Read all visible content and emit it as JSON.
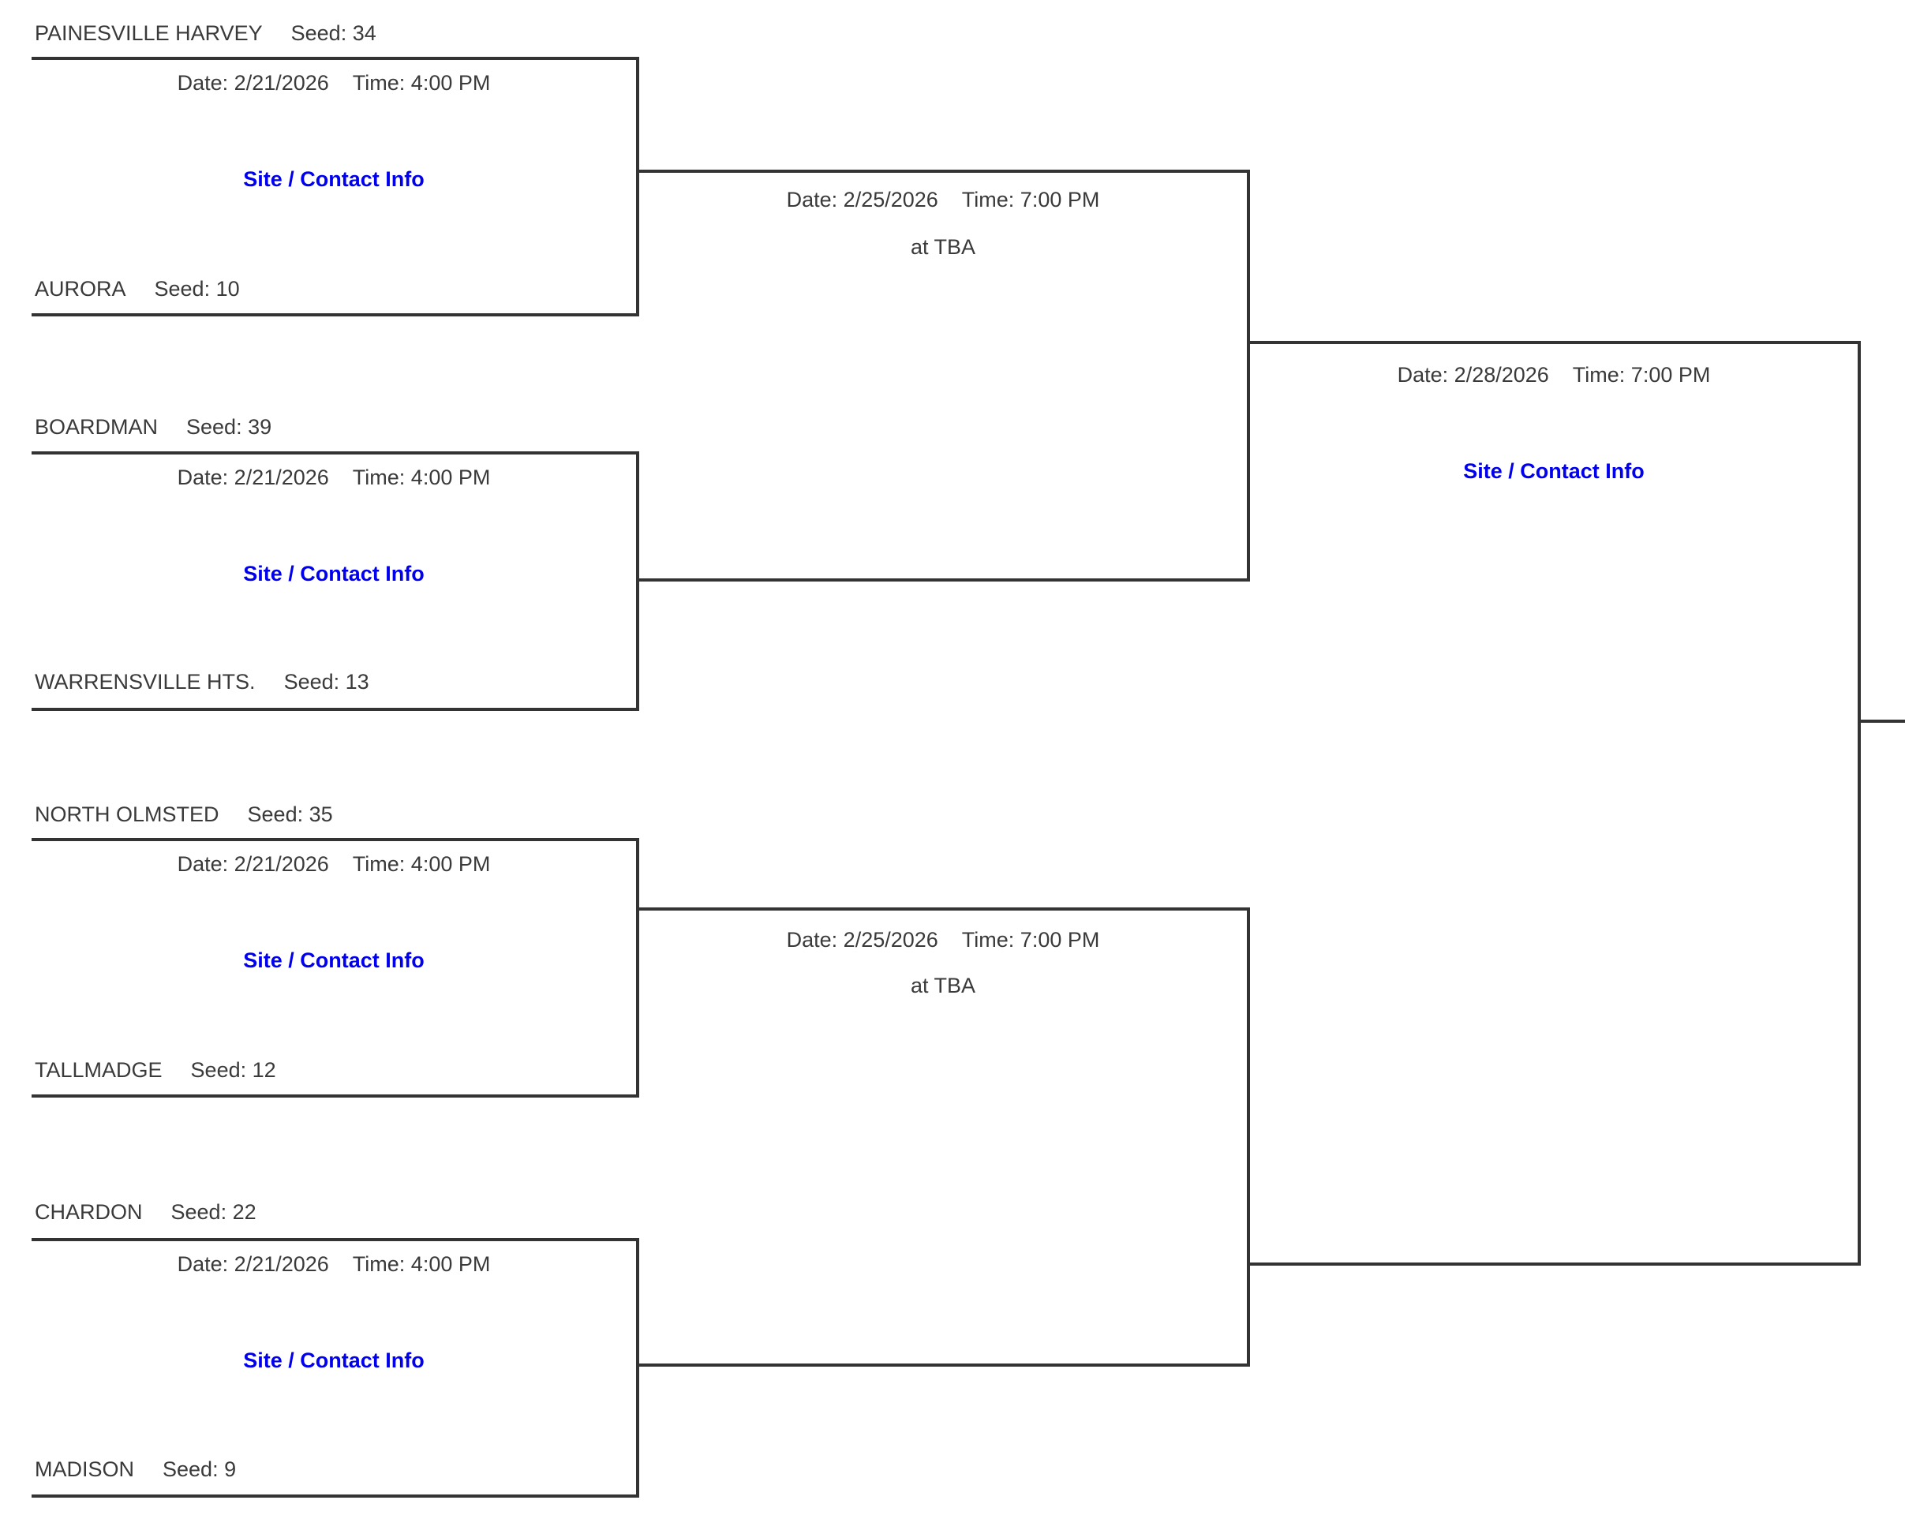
{
  "colors": {
    "line": "#333333",
    "text": "#3a3a3a",
    "link_blue": "#0000EE",
    "background": "#ffffff"
  },
  "round1": [
    {
      "top_team": "PAINESVILLE HARVEY",
      "top_seed": "Seed: 34",
      "bottom_team": "AURORA",
      "bottom_seed": "Seed: 10",
      "date": "Date: 2/21/2026",
      "time": "Time: 4:00 PM",
      "site_link": "Site / Contact Info"
    },
    {
      "top_team": "BOARDMAN",
      "top_seed": "Seed: 39",
      "bottom_team": "WARRENSVILLE HTS.",
      "bottom_seed": "Seed: 13",
      "date": "Date: 2/21/2026",
      "time": "Time: 4:00 PM",
      "site_link": "Site / Contact Info"
    },
    {
      "top_team": "NORTH OLMSTED",
      "top_seed": "Seed: 35",
      "bottom_team": "TALLMADGE",
      "bottom_seed": "Seed: 12",
      "date": "Date: 2/21/2026",
      "time": "Time: 4:00 PM",
      "site_link": "Site / Contact Info"
    },
    {
      "top_team": "CHARDON",
      "top_seed": "Seed: 22",
      "bottom_team": "MADISON",
      "bottom_seed": "Seed: 9",
      "date": "Date: 2/21/2026",
      "time": "Time: 4:00 PM",
      "site_link": "Site / Contact Info"
    }
  ],
  "round2": [
    {
      "date": "Date: 2/25/2026",
      "time": "Time: 7:00 PM",
      "location": "at TBA"
    },
    {
      "date": "Date: 2/25/2026",
      "time": "Time: 7:00 PM",
      "location": "at TBA"
    }
  ],
  "round3": {
    "date": "Date: 2/28/2026",
    "time": "Time: 7:00 PM",
    "site_link": "Site / Contact Info"
  }
}
